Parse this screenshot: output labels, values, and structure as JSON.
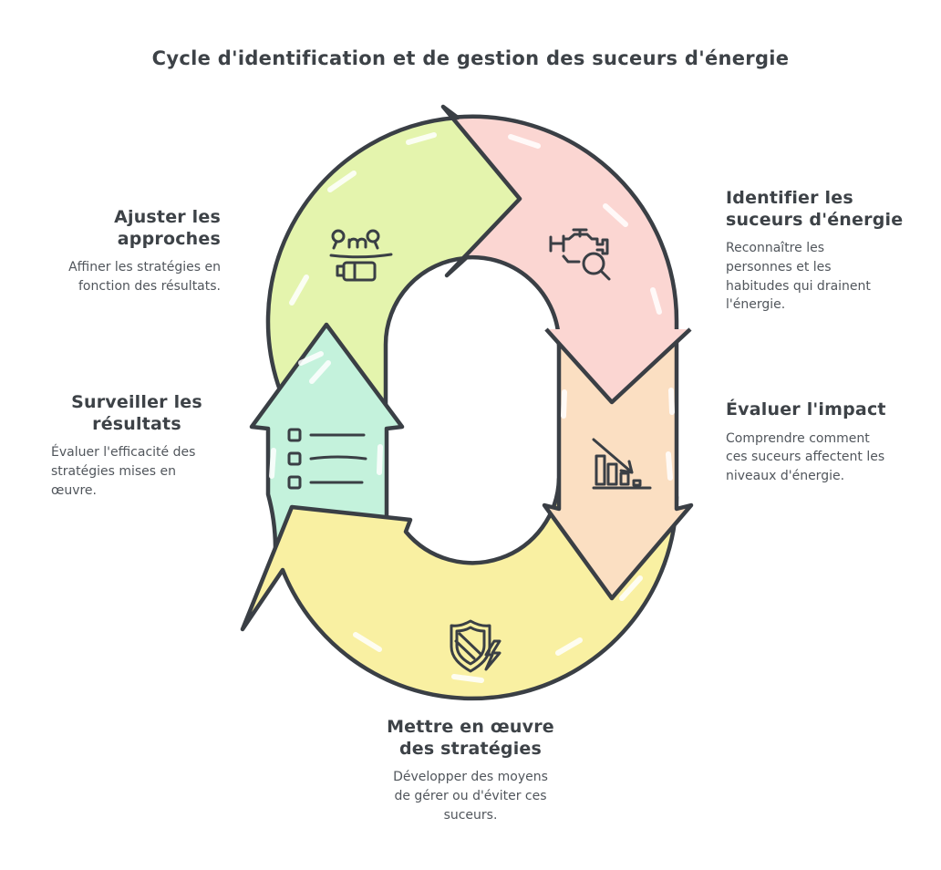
{
  "title": "Cycle d'identification et de gestion des suceurs d'énergie",
  "colors": {
    "background": "#ffffff",
    "outline": "#3a3f45",
    "heading_text": "#3d4247",
    "body_text": "#51565c",
    "step_identify": "#fbd6d2",
    "step_evaluate": "#fbdfc2",
    "step_implement": "#f9f0a2",
    "step_monitor": "#c4f2dc",
    "step_adjust": "#e4f4ad"
  },
  "steps": [
    {
      "id": "identify",
      "heading": "Identifier les suceurs d'énergie",
      "body": "Reconnaître les personnes et les habitudes qui drainent l'énergie.",
      "color": "#fbd6d2",
      "icon": "engine-magnifier-icon"
    },
    {
      "id": "evaluate",
      "heading": "Évaluer l'impact",
      "body": "Comprendre comment ces suceurs affectent les niveaux d'énergie.",
      "color": "#fbdfc2",
      "icon": "declining-bar-chart-icon"
    },
    {
      "id": "implement",
      "heading": "Mettre en œuvre des stratégies",
      "body": "Développer des moyens de gérer ou d'éviter ces suceurs.",
      "color": "#f9f0a2",
      "icon": "shield-lightning-icon"
    },
    {
      "id": "monitor",
      "heading": "Surveiller les résultats",
      "body": "Évaluer l'efficacité des stratégies mises en œuvre.",
      "color": "#c4f2dc",
      "icon": "checklist-icon"
    },
    {
      "id": "adjust",
      "heading": "Ajuster les approches",
      "body": "Affiner les stratégies en fonction des résultats.",
      "color": "#e4f4ad",
      "icon": "battery-pins-icon"
    }
  ]
}
